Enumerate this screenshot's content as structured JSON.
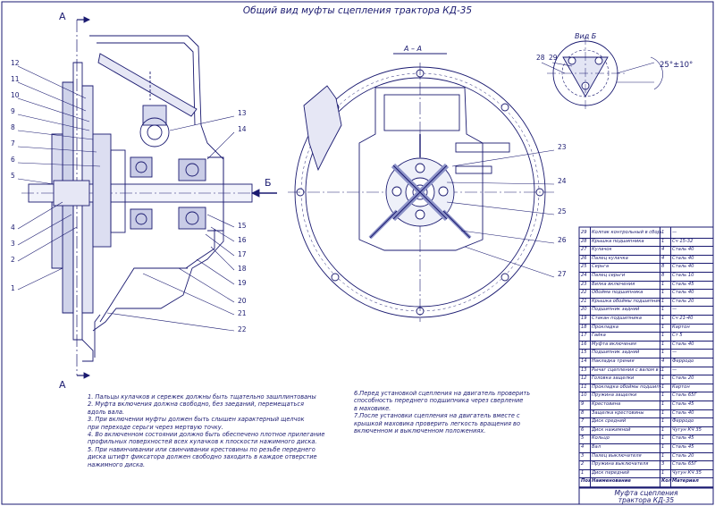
{
  "drawing": {
    "title": "Общий вид муфты сцепления трактора КД-35",
    "section_aa": "А – А",
    "view_b": "Вид Б",
    "angle": "25°±10°",
    "arrow_a": "А",
    "arrow_b": "Б"
  },
  "left_callouts": [
    "12",
    "11",
    "10",
    "9",
    "8",
    "7",
    "6",
    "5",
    "4",
    "3",
    "2",
    "1"
  ],
  "mid_callouts": [
    "13",
    "14",
    "15",
    "16",
    "17",
    "18",
    "19",
    "20",
    "21",
    "22"
  ],
  "section_callouts": [
    "23",
    "24",
    "25",
    "26",
    "27"
  ],
  "view_callouts": [
    "28",
    "29"
  ],
  "notes_left": [
    "1. Пальцы кулачков и сережек должны быть тщательно зашплинтованы",
    "2. Муфта включения должна свободно, без заеданий, перемещаться",
    "вдоль вала.",
    "3. При включении муфты должен быть слышен характерный щелчок",
    "при переходе серьги через мертвую точку.",
    "4. Во включенном состоянии должно быть обеспечено плотное прилегание",
    "профильных поверхностей всех кулачков к плоскости нажимного диска.",
    "5. При навинчивании или свинчивании крестовины по резьбе переднего",
    "диска штифт фиксатора должен свободно заходить в каждое отверстие",
    "нажимного диска."
  ],
  "notes_right": [
    "6.Перед установкой сцепления на двигатель проверить",
    "способность переднего подшипника через сверление",
    "в маховике.",
    "7.После установки сцепления на двигатель вместе с",
    "крышкой маховика проверить легкость вращения во",
    "включенном и выключенном положениях."
  ],
  "parts_table": {
    "rows": [
      [
        "29",
        "Колпак контрольный в сборе",
        "1",
        "—"
      ],
      [
        "28",
        "Крышка подшипника",
        "1",
        "Сч 15-32"
      ],
      [
        "27",
        "Кулачок",
        "4",
        "Сталь 40"
      ],
      [
        "26",
        "Палец кулачка",
        "4",
        "Сталь 40"
      ],
      [
        "25",
        "Серьга",
        "8",
        "Сталь 40"
      ],
      [
        "24",
        "Палец серьги",
        "8",
        "Сталь 10"
      ],
      [
        "23",
        "Вилка включения",
        "1",
        "Сталь 45"
      ],
      [
        "22",
        "Обойма подшипника",
        "1",
        "Сталь 40"
      ],
      [
        "21",
        "Крышка обоймы подшипника",
        "1",
        "Сталь 20"
      ],
      [
        "20",
        "Подшипник задний",
        "1",
        "—"
      ],
      [
        "19",
        "Стакан подшипника",
        "1",
        "Сч 21-40"
      ],
      [
        "18",
        "Прокладка",
        "1",
        "Картон"
      ],
      [
        "17",
        "Гайка",
        "1",
        "Ст 5"
      ],
      [
        "16",
        "Муфта включения",
        "1",
        "Сталь 40"
      ],
      [
        "15",
        "Подшипник задний",
        "1",
        "—"
      ],
      [
        "14",
        "Накладка трения",
        "4",
        "Ферродо"
      ],
      [
        "13",
        "Рычаг сцепления с валом в сборе",
        "1",
        "—"
      ],
      [
        "12",
        "Головка защелки",
        "1",
        "Сталь 20"
      ],
      [
        "11",
        "Прокладка обоймы подшипника",
        "1",
        "Картон"
      ],
      [
        "10",
        "Пружина защелки",
        "1",
        "Сталь 65Г"
      ],
      [
        "9",
        "Крестовина",
        "1",
        "Сталь 45"
      ],
      [
        "8",
        "Защелка крестовины",
        "1",
        "Сталь 40"
      ],
      [
        "7",
        "Диск средний",
        "1",
        "Ферродо"
      ],
      [
        "6",
        "Диск нажимной",
        "1",
        "Чугун КЧ 35"
      ],
      [
        "5",
        "Кольцо",
        "1",
        "Сталь 45"
      ],
      [
        "4",
        "Вал",
        "1",
        "Сталь 45"
      ],
      [
        "3",
        "Палец выключателя",
        "1",
        "Сталь 20"
      ],
      [
        "2",
        "Пружина выключателя",
        "3",
        "Сталь 65Г"
      ],
      [
        "1",
        "Диск передний",
        "1",
        "Чугун КЧ 35"
      ]
    ],
    "footer": [
      "Поз",
      "Наименование",
      "Кол",
      "Материал"
    ]
  },
  "title_block": {
    "line1": "Муфта сцепления",
    "line2": "трактора КД-35"
  }
}
